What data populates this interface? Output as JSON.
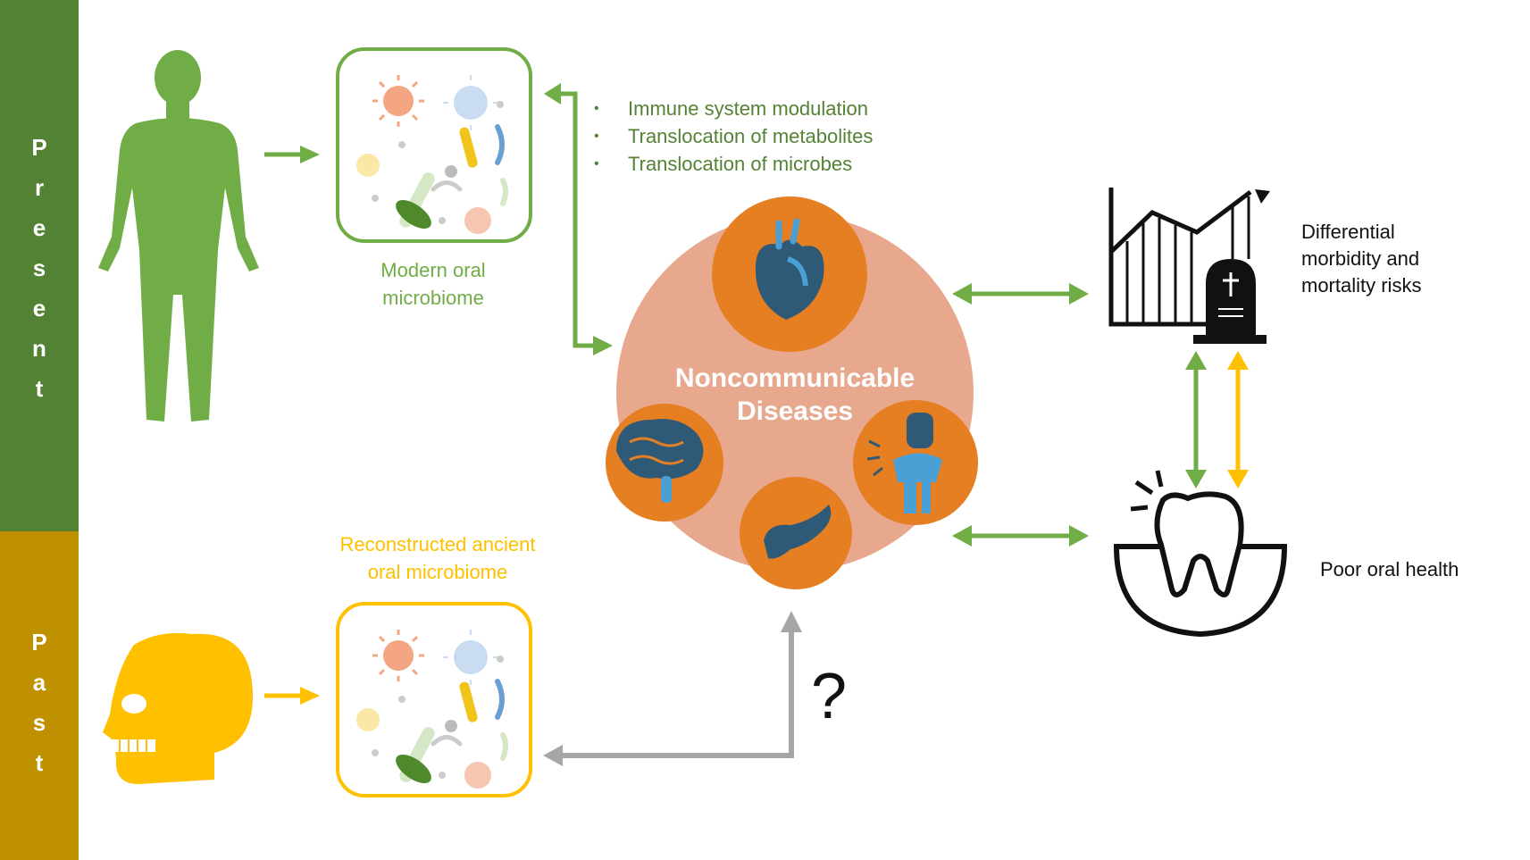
{
  "bands": {
    "present": [
      "P",
      "r",
      "e",
      "s",
      "e",
      "n",
      "t"
    ],
    "past": [
      "P",
      "a",
      "s",
      "t"
    ]
  },
  "microbiome": {
    "modern_label": [
      "Modern oral",
      "microbiome"
    ],
    "ancient_label": [
      "Reconstructed ancient",
      "oral microbiome"
    ]
  },
  "mechanisms": [
    "Immune system modulation",
    "Translocation of metabolites",
    "Translocation of microbes"
  ],
  "ncd": {
    "title": [
      "Noncommunicable",
      "Diseases"
    ],
    "organs": [
      "heart-icon",
      "brain-icon",
      "pancreas-icon",
      "joint-icon"
    ]
  },
  "outcomes": {
    "risk_label": [
      "Differential",
      "morbidity and",
      "mortality risks"
    ],
    "oral_label": "Poor oral health"
  },
  "question": "?",
  "colors": {
    "present_band": "#548235",
    "past_band": "#bf9000",
    "present_accent": "#70ad47",
    "past_accent": "#ffc000",
    "ncd_circle": "#e8a88e",
    "organ_circle": "#e67e22",
    "organ_icon": "#2e5a78",
    "gray_arrow": "#a6a6a6"
  }
}
